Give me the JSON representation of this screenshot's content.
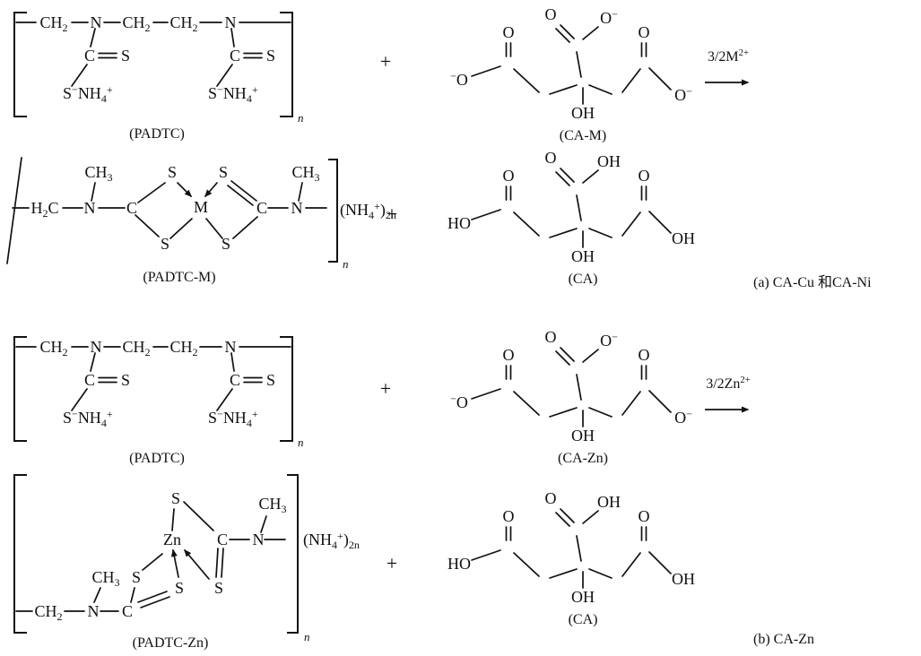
{
  "figure": {
    "type": "chemical-reaction-scheme",
    "background": "#ffffff",
    "ink": "#111111"
  },
  "atoms": {
    "ch2": "CH_2",
    "h2c": "H_2C",
    "ch3": "CH_3",
    "n": "N",
    "c": "C",
    "s": "S",
    "s_nh4": "S^−NH_4^+",
    "o": "O",
    "o_minus": "O^−",
    "minus_o": "^−O",
    "oh": "OH",
    "ho": "HO",
    "m": "M",
    "zn": "Zn",
    "nh4_2n": "(NH_4^+)_{2n}",
    "repeat_n": "n"
  },
  "molecule_labels": {
    "padtc": "(PADTC)",
    "ca_m": "(CA-M)",
    "padtc_m": "(PADTC-M)",
    "ca": "(CA)",
    "ca_zn": "(CA-Zn)",
    "padtc_zn": "(PADTC-Zn)"
  },
  "operators": {
    "plus": "+",
    "reagent_a": "3/2M^{2+}",
    "reagent_b": "3/2Zn^{2+}"
  },
  "captions": {
    "a": "(a) CA-Cu 和CA-Ni",
    "b": "(b) CA-Zn"
  }
}
